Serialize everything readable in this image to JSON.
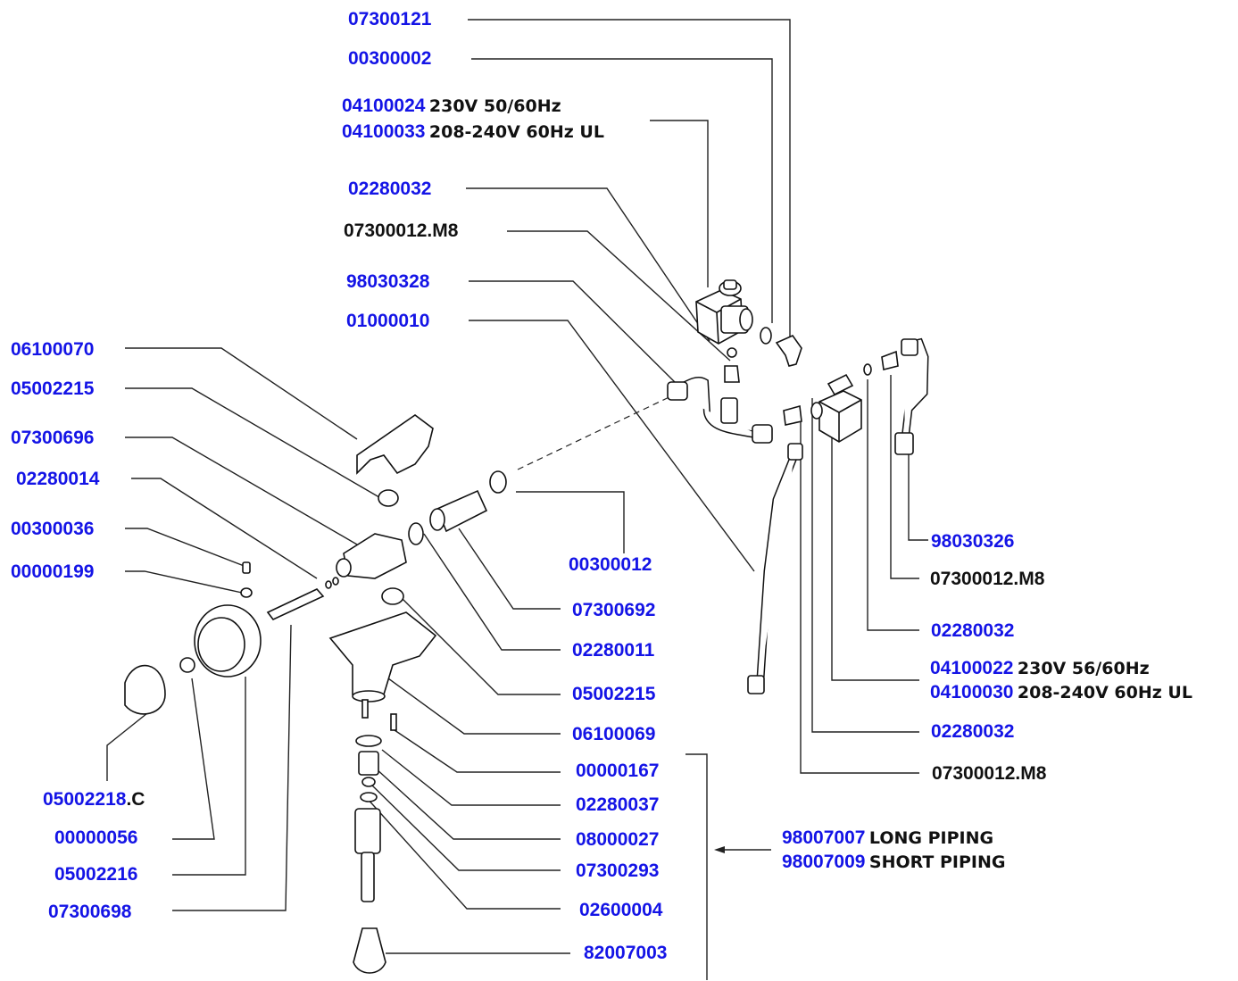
{
  "colors": {
    "code": "#1414e6",
    "text": "#111111",
    "line": "#222222"
  },
  "labels": {
    "l07300121": "07300121",
    "l00300002": "00300002",
    "l04100024": "04100024",
    "d04100024": "230V 50/60Hz",
    "l04100033": "04100033",
    "d04100033": "208-240V 60Hz UL",
    "l02280032_top": "02280032",
    "l07300012_top": "07300012.M8",
    "l98030328": "98030328",
    "l01000010": "01000010",
    "l06100070": "06100070",
    "l05002215_left": "05002215",
    "l07300696": "07300696",
    "l02280014": "02280014",
    "l00300036": "00300036",
    "l00000199": "00000199",
    "l00300012": "00300012",
    "l07300692": "07300692",
    "l02280011": "02280011",
    "l05002215_mid": "05002215",
    "l06100069": "06100069",
    "l00000167": "00000167",
    "l02280037": "02280037",
    "l08000027": "08000027",
    "l07300293": "07300293",
    "l02600004": "02600004",
    "l82007003": "82007003",
    "l05002218": "05002218",
    "s05002218": ".C",
    "l00000056": "00000056",
    "l05002216": "05002216",
    "l07300698": "07300698",
    "l98030326": "98030326",
    "l07300012_r1": "07300012.M8",
    "l02280032_r1": "02280032",
    "l04100022": "04100022",
    "d04100022": "230V 56/60Hz",
    "l04100030": "04100030",
    "d04100030": "208-240V 60Hz UL",
    "l02280032_r2": "02280032",
    "l07300012_r2": "07300012.M8",
    "l98007007": "98007007",
    "d98007007": "LONG PIPING",
    "l98007009": "98007009",
    "d98007009": "SHORT PIPING"
  }
}
